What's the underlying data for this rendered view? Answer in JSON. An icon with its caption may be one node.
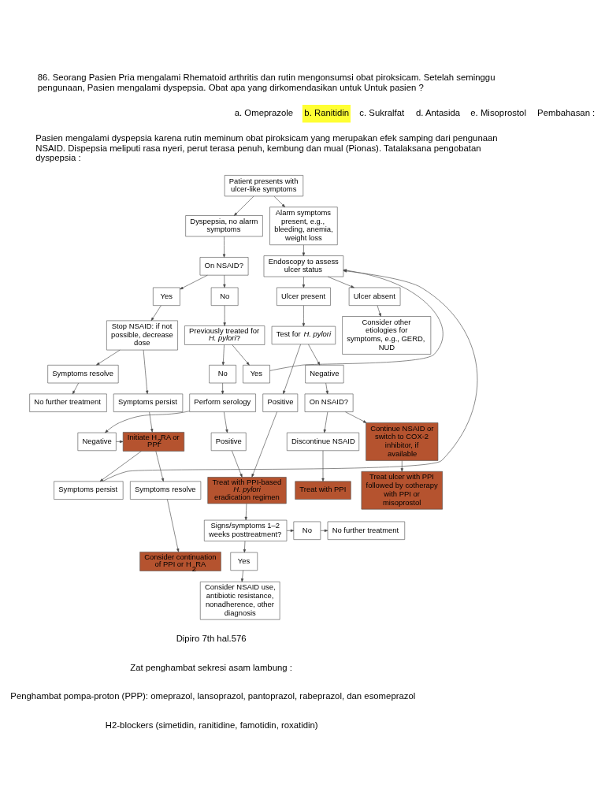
{
  "diagram": {
    "nodes": [
      {
        "text": [
          "Patient presents with ulcer-like symptoms"
        ]
      },
      {
        "text": [
          "Dyspepsia, no alarm symptoms"
        ]
      },
      {
        "text": [
          "Alarm symptoms present, e.g., bleeding, anemia, weight loss"
        ]
      },
      {
        "text": [
          "On NSAID?"
        ]
      },
      {
        "text": [
          "Endoscopy to assess ulcer status"
        ]
      },
      {
        "text": [
          "Yes"
        ]
      },
      {
        "text": [
          "No"
        ]
      },
      {
        "text": [
          "Ulcer present"
        ]
      },
      {
        "text": [
          "Ulcer absent"
        ]
      },
      {
        "text": [
          "Stop NSAID: if not possible, decrease dose"
        ]
      },
      {
        "text": [
          "Previously treated for *H. pylori*?"
        ]
      },
      {
        "text": [
          "Test for *H. pylori*"
        ]
      },
      {
        "text": [
          "Consider other etiologies for symptoms, e.g., GERD, NUD"
        ]
      },
      {
        "text": [
          "No"
        ]
      },
      {
        "text": [
          "Yes"
        ]
      },
      {
        "text": [
          "Positive"
        ]
      },
      {
        "text": [
          "Negative"
        ]
      },
      {
        "text": [
          "Symptoms resolve"
        ]
      },
      {
        "text": [
          "Symptoms persist"
        ]
      },
      {
        "text": [
          "Perform serology"
        ]
      },
      {
        "text": [
          "Treat with PPI-based *H. pylori* eradication regimen"
        ]
      },
      {
        "text": [
          "On NSAID?"
        ]
      },
      {
        "text": [
          "Continue NSAID or switch to COX-2 inhibitor, if available"
        ]
      },
      {
        "text": [
          "No further treatment"
        ]
      },
      {
        "text": [
          "Initiate H$_{2}$RA or PPI"
        ]
      },
      {
        "text": [
          "Negative"
        ]
      },
      {
        "text": [
          "Discontinue NSAID"
        ]
      },
      {
        "text": [
          "Positive"
        ]
      },
      {
        "text": [
          "Treat with PPI"
        ]
      },
      {
        "text": [
          "Treat ulcer with PPI followed by cotherapy with PPI or misoprostol"
        ]
      },
      {
        "text": [
          "No further treatment"
        ]
      },
      {
        "text": [
          "No"
        ]
      },
      {
        "text": [
          "Signs/symptoms 1–2 weeks posttreatment?"
        ]
      },
      {
        "text": [
          "Symptoms resolve"
        ]
      },
      {
        "text": [
          "Symptoms persist"
        ]
      },
      {
        "text": [
          "Yes"
        ]
      },
      {
        "text": [
          "Consider continuation of PPI or H$_{2}$RA"
        ]
      },
      {
        "text": [
          "Consider NSAID use, antibiotic resistance, nonadherence, other diagnosis"
        ]
      }
    ],
    "edges": [
      {
        "from": 0,
        "to": 1,
        "arrow": "to"
      },
      {
        "from": 0,
        "to": 2,
        "arrow": "to"
      },
      {
        "from": 1,
        "to": 3,
        "arrow": "to"
      },
      {
        "from": 2,
        "to": 4,
        "arrow": "to"
      },
      {
        "from": 3,
        "to": 5,
        "arrow": "to"
      },
      {
        "from": 3,
        "to": 6,
        "arrow": "to"
      },
      {
        "from": 5,
        "to": 9,
        "arrow": "to"
      },
      {
        "from": 6,
        "to": 10,
        "arrow": "to"
      },
      {
        "from": 10,
        "to": 13,
        "arrow": "to"
      },
      {
        "from": 10,
        "to": 14,
        "arrow": "to"
      },
      {
        "from": 14,
        "to": 4,
        "arrow": "to"
      },
      {
        "from": 4,
        "to": 7,
        "arrow": "to"
      },
      {
        "from": 4,
        "to": 8,
        "arrow": "to"
      },
      {
        "from": 7,
        "to": 11,
        "arrow": "to"
      },
      {
        "from": 8,
        "to": 12,
        "arrow": "to"
      },
      {
        "from": 11,
        "to": 15,
        "arrow": "to"
      },
      {
        "from": 11,
        "to": 16,
        "arrow": "to"
      },
      {
        "from": 9,
        "to": 17,
        "arrow": "to"
      },
      {
        "from": 9,
        "to": 18,
        "arrow": "to"
      },
      {
        "from": 13,
        "to": 19,
        "arrow": "to"
      },
      {
        "from": 17,
        "to": 23,
        "arrow": "to"
      },
      {
        "from": 18,
        "to": 24,
        "arrow": "to"
      },
      {
        "from": 19,
        "to": 25,
        "arrow": "to"
      },
      {
        "from": 19,
        "to": 27,
        "arrow": "to"
      },
      {
        "from": 25,
        "to": 24,
        "arrow": "to"
      },
      {
        "from": 27,
        "to": 20,
        "arrow": "to"
      },
      {
        "from": 15,
        "to": 20,
        "arrow": "to"
      },
      {
        "from": 16,
        "to": 21,
        "arrow": "to"
      },
      {
        "from": 21,
        "to": 22,
        "arrow": "to"
      },
      {
        "from": 21,
        "to": 26,
        "arrow": "to"
      },
      {
        "from": 26,
        "to": 28,
        "arrow": "to"
      },
      {
        "from": 22,
        "to": 29,
        "arrow": "to"
      },
      {
        "from": 20,
        "to": 32,
        "arrow": "to"
      },
      {
        "from": 32,
        "to": 31,
        "arrow": "to"
      },
      {
        "from": 31,
        "to": 30,
        "arrow": "to"
      },
      {
        "from": 32,
        "to": 35,
        "arrow": "to"
      },
      {
        "from": 35,
        "to": 37,
        "arrow": "to"
      },
      {
        "from": 24,
        "to": 33,
        "arrow": "to"
      },
      {
        "from": 24,
        "to": 34,
        "arrow": "to"
      },
      {
        "from": 33,
        "to": 36,
        "arrow": "to"
      },
      {
        "from": 34,
        "to": 4,
        "arrow": "to"
      }
    ],
    "labels": [
      "86. Seorang Pasien Pria mengalami Rhematoid arthritis dan rutin mengonsumsi obat piroksicam. Setelah seminggu pengunaan, Pasien mengalami dyspepsia. Obat apa yang dirkomendasikan untuk Untuk pasien ?",
      "a. Omeprazole",
      "b. Ranitidin",
      "c. Sukralfat",
      "d. Antasida",
      "e. Misoprostol",
      "Pembahasan :",
      "Pasien mengalami dyspepsia karena rutin meminum obat piroksicam yang merupakan efek samping dari pengunaan NSAID. Dispepsia meliputi rasa nyeri, perut terasa penuh, kembung dan mual (Pionas). Tatalaksana pengobatan dyspepsia :",
      "Dipiro 7th hal.576",
      "Zat penghambat sekresi asam lambung :",
      "Penghambat pompa-proton (PPP): omeprazol, lansoprazol, pantoprazol, rabeprazol, dan esomeprazol",
      "H2-blockers (simetidin, ranitidine, famotidin, roxatidin)"
    ]
  }
}
